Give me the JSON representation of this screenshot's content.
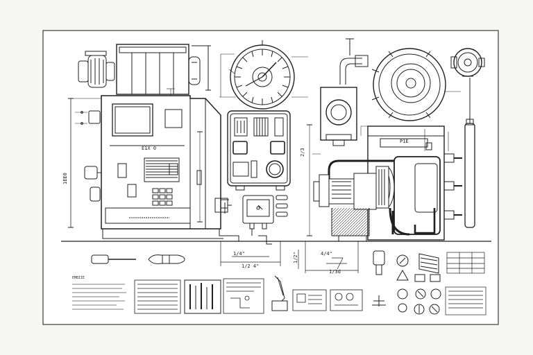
{
  "labels": {
    "panel_code": "E1X 0",
    "height_left": "1EE0",
    "dim_a": "1/4\"",
    "dim_b": "1/2 4\"",
    "dim_c": "4/4\"",
    "dim_side": "1/2\"",
    "dim_bracket": "1/3d",
    "top_dim": "P1E",
    "side_right": "2/3",
    "legend_heading": "EMBIIE"
  },
  "colors": {
    "line": "#1f1f1f",
    "paper": "#f7f7f5",
    "frame": "#ffffff"
  }
}
